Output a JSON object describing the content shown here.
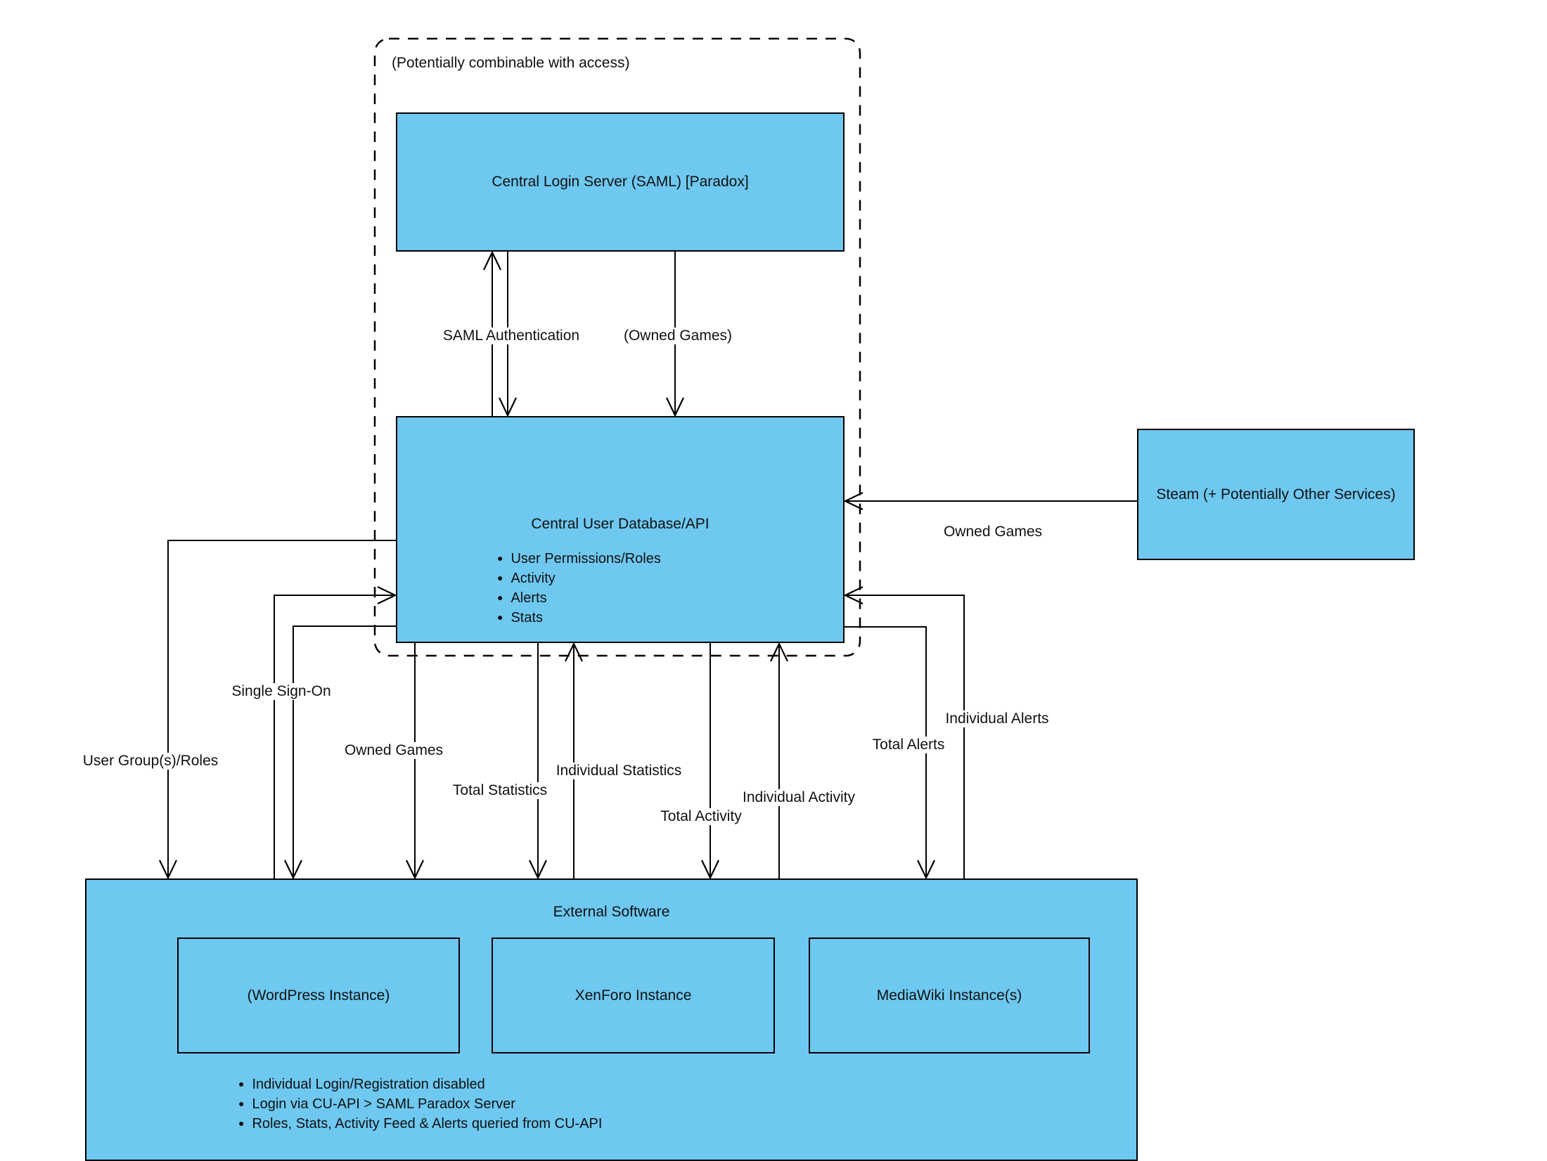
{
  "diagram": {
    "group": {
      "label": "(Potentially combinable with access)"
    },
    "nodes": {
      "login_server": {
        "label": "Central Login Server (SAML) [Paradox]"
      },
      "database": {
        "title": "Central User Database/API",
        "items": [
          "User Permissions/Roles",
          "Activity",
          "Alerts",
          "Stats"
        ]
      },
      "steam": {
        "label": "Steam (+ Potentially Other Services)"
      },
      "external_software": {
        "title": "External Software",
        "children": {
          "wordpress": "(WordPress Instance)",
          "xenforo": "XenForo Instance",
          "mediawiki": "MediaWiki Instance(s)"
        },
        "notes": [
          "Individual Login/Registration disabled",
          "Login via CU-API > SAML Paradox Server",
          "Roles, Stats, Activity Feed & Alerts queried from CU-API"
        ]
      }
    },
    "edge_labels": {
      "saml_auth": "SAML Authentication",
      "owned_games_top": "(Owned Games)",
      "owned_games_steam": "Owned Games",
      "single_sign_on": "Single Sign-On",
      "user_groups": "User Group(s)/Roles",
      "owned_games_down": "Owned Games",
      "total_statistics": "Total Statistics",
      "individual_statistics": "Individual Statistics",
      "total_activity": "Total Activity",
      "individual_activity": "Individual Activity",
      "total_alerts": "Total Alerts",
      "individual_alerts": "Individual Alerts"
    },
    "colors": {
      "node_fill": "#6EC8F0",
      "node_border": "#000000",
      "line": "#000000",
      "background": "#FFFFFF"
    }
  }
}
